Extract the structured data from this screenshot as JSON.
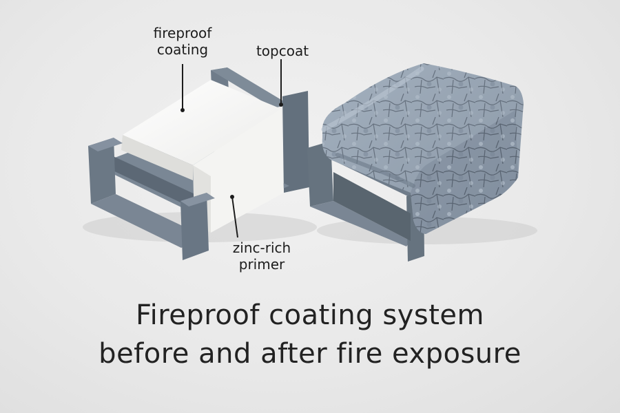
{
  "labels": {
    "fireproof_coating": [
      "fireproof",
      "coating"
    ],
    "topcoat": "topcoat",
    "zinc_rich_primer": [
      "zinc-rich",
      "primer"
    ]
  },
  "caption": {
    "line1": "Fireproof coating system",
    "line2": "before and after fire exposure"
  },
  "colors": {
    "background": "#e9e9e9",
    "steel": "#6f7c8a",
    "steel_dark": "#55606c",
    "coating_white": "#f4f4f2",
    "char_blue_gray": "#8e9cac",
    "text": "#222222"
  }
}
